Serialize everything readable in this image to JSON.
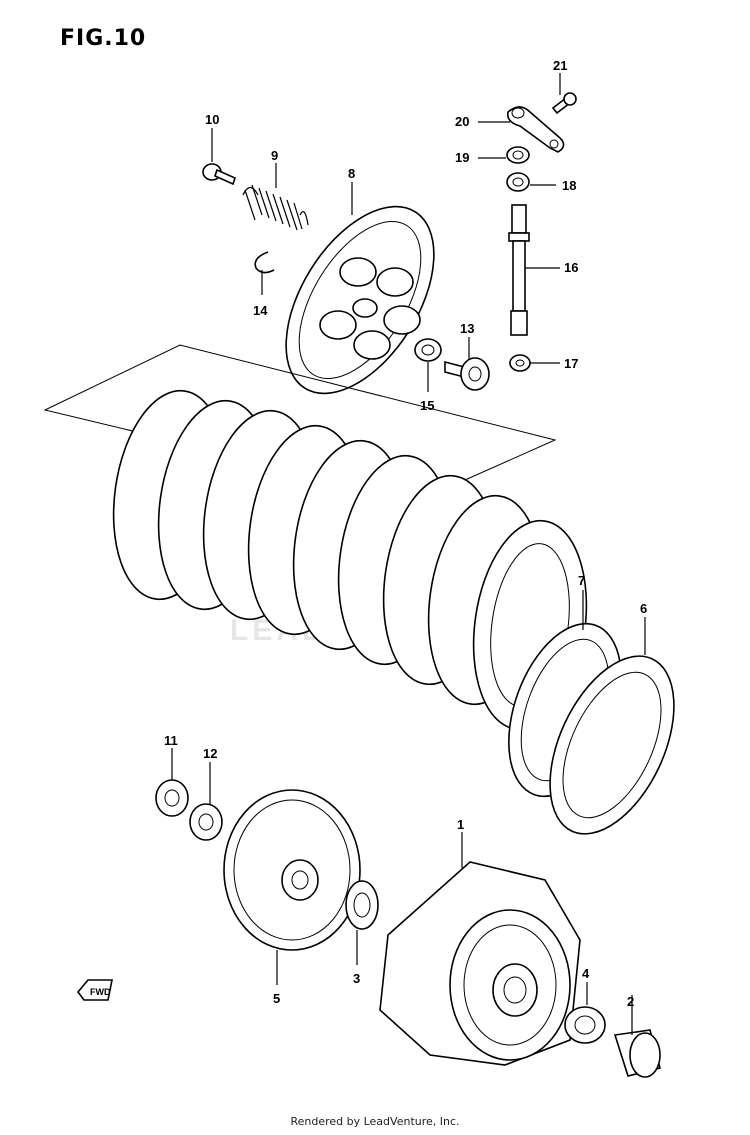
{
  "figure": {
    "title": "FIG.10"
  },
  "footer": {
    "text": "Rendered by LeadVenture, Inc."
  },
  "watermark": {
    "text": "LEADVENTURE"
  },
  "callouts": {
    "c1": "1",
    "c2": "2",
    "c3": "3",
    "c4": "4",
    "c5": "5",
    "c6": "6",
    "c7": "7",
    "c8": "8",
    "c9": "9",
    "c10": "10",
    "c11": "11",
    "c12": "12",
    "c13": "13",
    "c14": "14",
    "c15": "15",
    "c16": "16",
    "c17": "17",
    "c18": "18",
    "c19": "19",
    "c20": "20",
    "c21": "21"
  },
  "front_marker": {
    "icon": "front-arrow-icon",
    "text": "FWD"
  }
}
